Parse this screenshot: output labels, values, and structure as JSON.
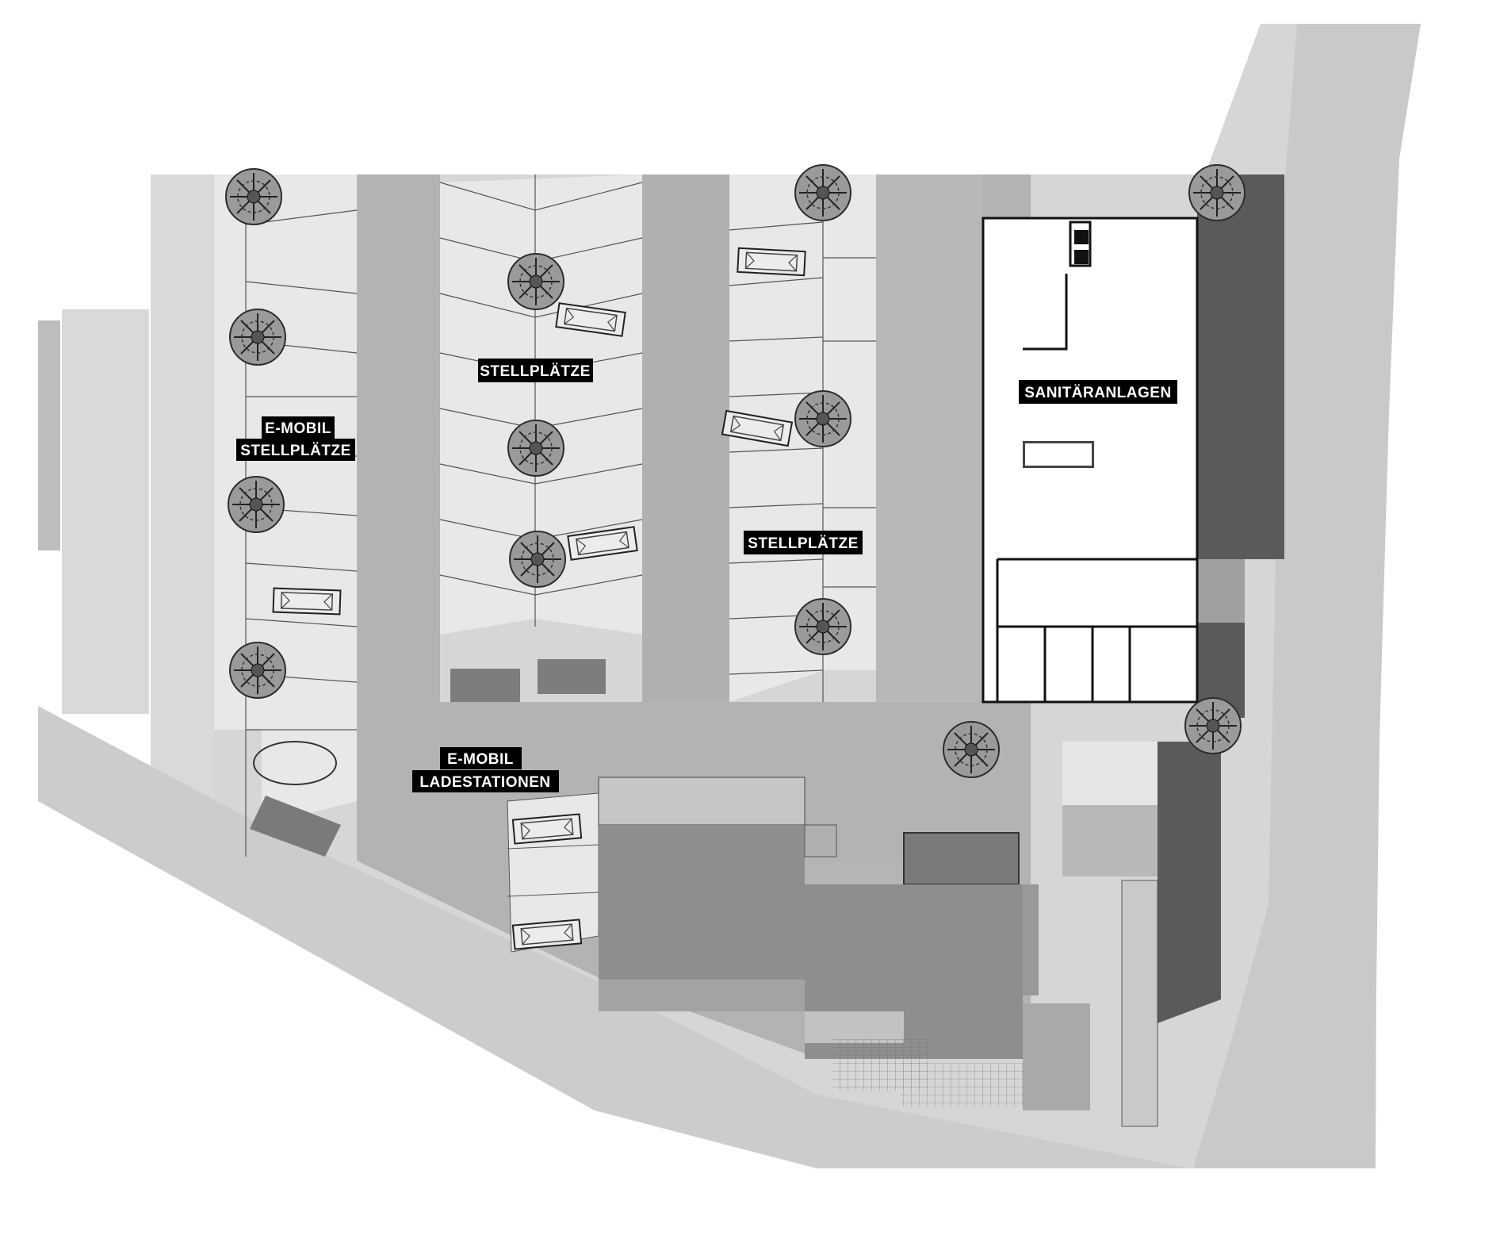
{
  "labels": {
    "emobil_stellplaetze_line1": "E-MOBIL",
    "emobil_stellplaetze_line2": "STELLPLÄTZE",
    "stellplaetze_top": "STELLPLÄTZE",
    "stellplaetze_middle": "STELLPLÄTZE",
    "sanitaeranlagen": "SANITÄRANLAGEN",
    "emobil_ladestationen_line1": "E-MOBIL",
    "emobil_ladestationen_line2": "LADESTATIONEN"
  },
  "colors": {
    "site_light": "#d6d6d6",
    "road": "#b3b3b3",
    "parking": "#e8e8e8",
    "building": "#8e8e8e",
    "building_mid": "#a3a3a3",
    "dark_strip": "#5a5a5a",
    "label_bg": "#000000",
    "label_text": "#ffffff",
    "sanitary_bg": "#ffffff"
  }
}
